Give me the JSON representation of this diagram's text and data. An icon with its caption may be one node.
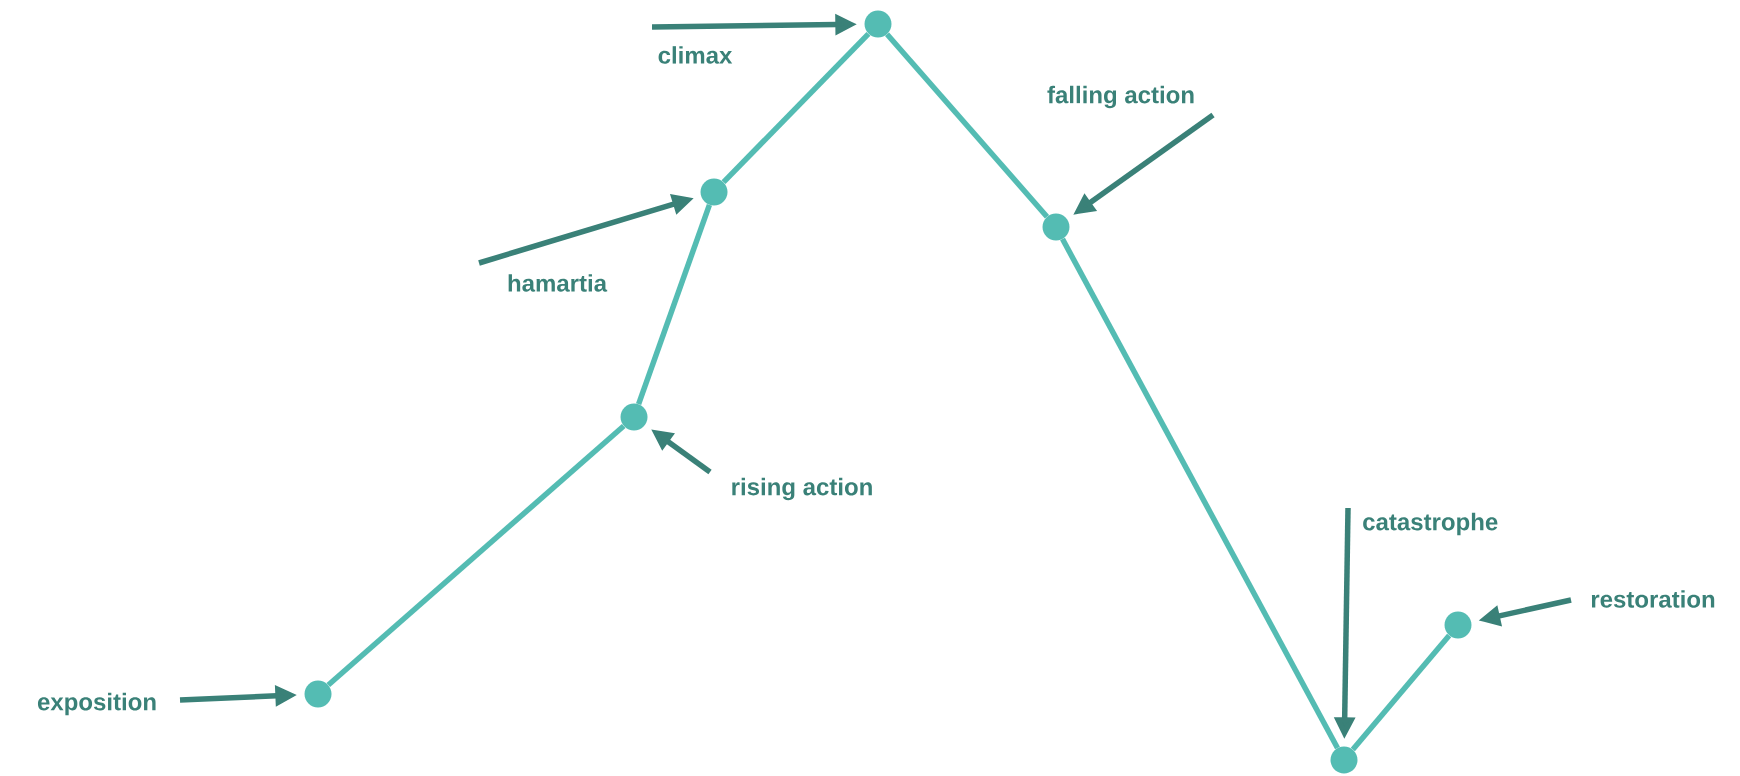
{
  "diagram": {
    "nodes": [
      {
        "text": [
          "exposition"
        ]
      },
      {
        "text": [],
        "shape": "circle"
      },
      {
        "text": [
          "rising action"
        ]
      },
      {
        "text": [],
        "shape": "circle"
      },
      {
        "text": [
          "hamartia"
        ]
      },
      {
        "text": [],
        "shape": "circle"
      },
      {
        "text": [
          "climax"
        ]
      },
      {
        "text": [],
        "shape": "circle"
      },
      {
        "text": [
          "falling action"
        ]
      },
      {
        "text": [],
        "shape": "circle"
      },
      {
        "text": [
          "catastrophe"
        ]
      },
      {
        "text": [],
        "shape": "circle"
      },
      {
        "text": [
          "restoration"
        ]
      },
      {
        "text": [],
        "shape": "circle"
      }
    ],
    "edges": [
      {
        "from": 1,
        "to": 3,
        "arrow": "none"
      },
      {
        "from": 3,
        "to": 5,
        "arrow": "none"
      },
      {
        "from": 5,
        "to": 7,
        "arrow": "none"
      },
      {
        "from": 7,
        "to": 9,
        "arrow": "none"
      },
      {
        "from": 9,
        "to": 11,
        "arrow": "none"
      },
      {
        "from": 11,
        "to": 13,
        "arrow": "none"
      },
      {
        "from": 0,
        "to": 1,
        "arrow": "to"
      },
      {
        "from": 2,
        "to": 3,
        "arrow": "to"
      },
      {
        "from": 4,
        "to": 5,
        "arrow": "to"
      },
      {
        "from": 6,
        "to": 7,
        "arrow": "to"
      },
      {
        "from": 8,
        "to": 9,
        "arrow": "to"
      },
      {
        "from": 10,
        "to": 11,
        "arrow": "to"
      },
      {
        "from": 12,
        "to": 13,
        "arrow": "to"
      }
    ]
  }
}
